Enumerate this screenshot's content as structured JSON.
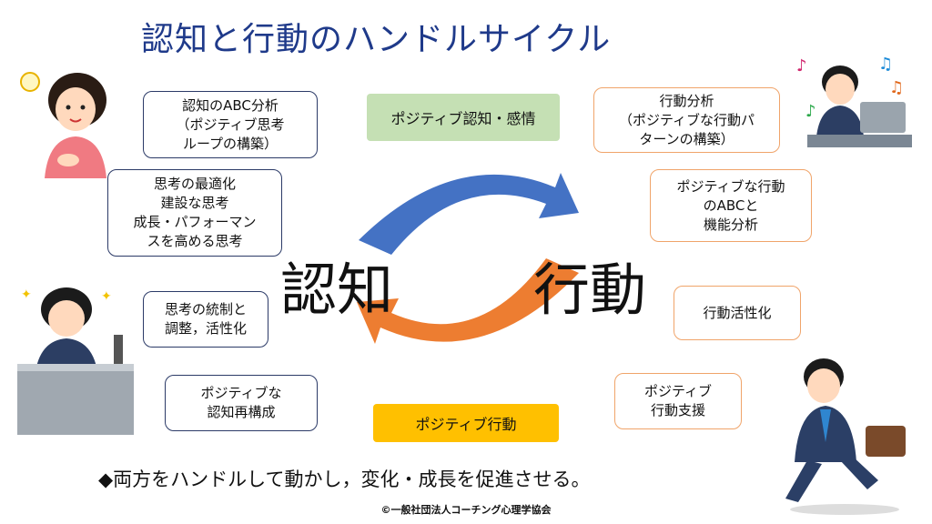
{
  "title": "認知と行動のハンドルサイクル",
  "center": {
    "left_label": "認知",
    "right_label": "行動"
  },
  "top_pill": "ポジティブ認知・感情",
  "bottom_pill": "ポジティブ行動",
  "left_boxes": [
    "認知のABC分析\n（ポジティブ思考\nループの構築）",
    "思考の最適化\n建設な思考\n成長・パフォーマン\nスを高める思考",
    "思考の統制と\n調整，活性化",
    "ポジティブな\n認知再構成"
  ],
  "right_boxes": [
    "行動分析\n（ポジティブな行動パ\nターンの構築）",
    "ポジティブな行動\nのABCと\n機能分析",
    "行動活性化",
    "ポジティブ\n行動支援"
  ],
  "footer": {
    "bullet": "◆",
    "text": "両方をハンドルして動かし，変化・成長を促進させる。"
  },
  "copyright": "©一般社団法人コーチング心理学協会",
  "colors": {
    "title": "#1f3a8a",
    "arrow_top": "#4472c4",
    "arrow_bottom": "#ed7d31",
    "pill_top": "#c5e0b4",
    "pill_bottom": "#ffc000",
    "box_left_border": "#2b3a67",
    "box_right_border": "#f0a46a"
  }
}
